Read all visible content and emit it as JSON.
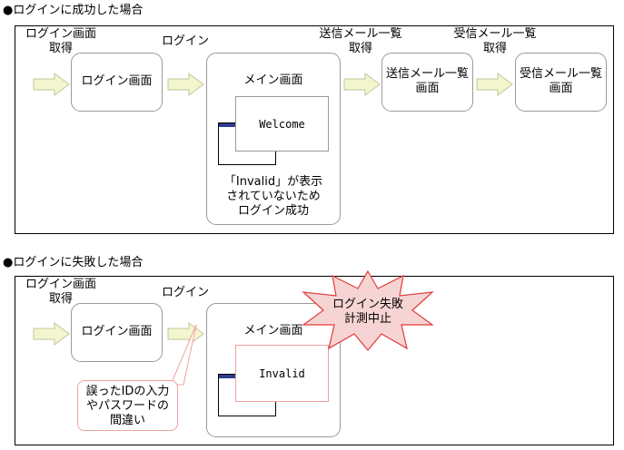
{
  "success": {
    "title": "●ログインに成功した場合",
    "step1_label": "ログイン画面\n取得",
    "step2_label": "ログイン",
    "step3_label": "送信メール一覧\n取得",
    "step4_label": "受信メール一覧\n取得",
    "box_login": "ログイン画面",
    "box_main_title": "メイン画面",
    "window_text": "Welcome",
    "box_main_note": "「Invalid」が表示\nされていないため\nログイン成功",
    "box_sent": "送信メール一覧\n画面",
    "box_inbox": "受信メール一覧\n画面"
  },
  "failure": {
    "title": "●ログインに失敗した場合",
    "step1_label": "ログイン画面\n取得",
    "step2_label": "ログイン",
    "box_login": "ログイン画面",
    "box_main_title": "メイン画面",
    "window_text": "Invalid",
    "callout": "誤ったIDの入力\nやパスワードの\n間違い",
    "burst": "ログイン失敗\n計測中止"
  },
  "colors": {
    "arrow_fill": "#f3f5cf",
    "arrow_stroke": "#c2c79a",
    "burst_fill": "#f7d4d4",
    "burst_stroke": "#e23a3a",
    "window_bar": "#2c3d93",
    "invalid_border": "#f0a0a0"
  }
}
